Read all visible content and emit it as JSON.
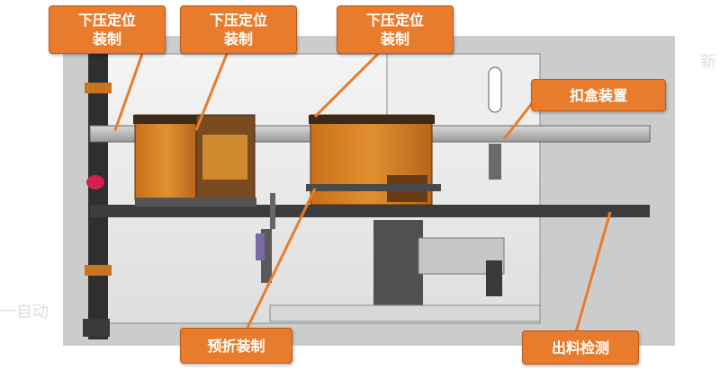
{
  "callouts": {
    "press1": {
      "line1": "下压定位",
      "line2": "装制"
    },
    "press2": {
      "line1": "下压定位",
      "line2": "装制"
    },
    "press3": {
      "line1": "下压定位",
      "line2": "装制"
    },
    "box_buckle": {
      "label": "扣盒装置"
    },
    "prefold": {
      "label": "预折装制"
    },
    "output_check": {
      "label": "出料检测"
    }
  },
  "watermark": {
    "left": "一自动",
    "right": "新"
  },
  "colors": {
    "accent": "#e87c2c",
    "accent_border": "#b85a18",
    "block_orange": "#d9821f",
    "frame_dark": "#3a3a3a"
  }
}
